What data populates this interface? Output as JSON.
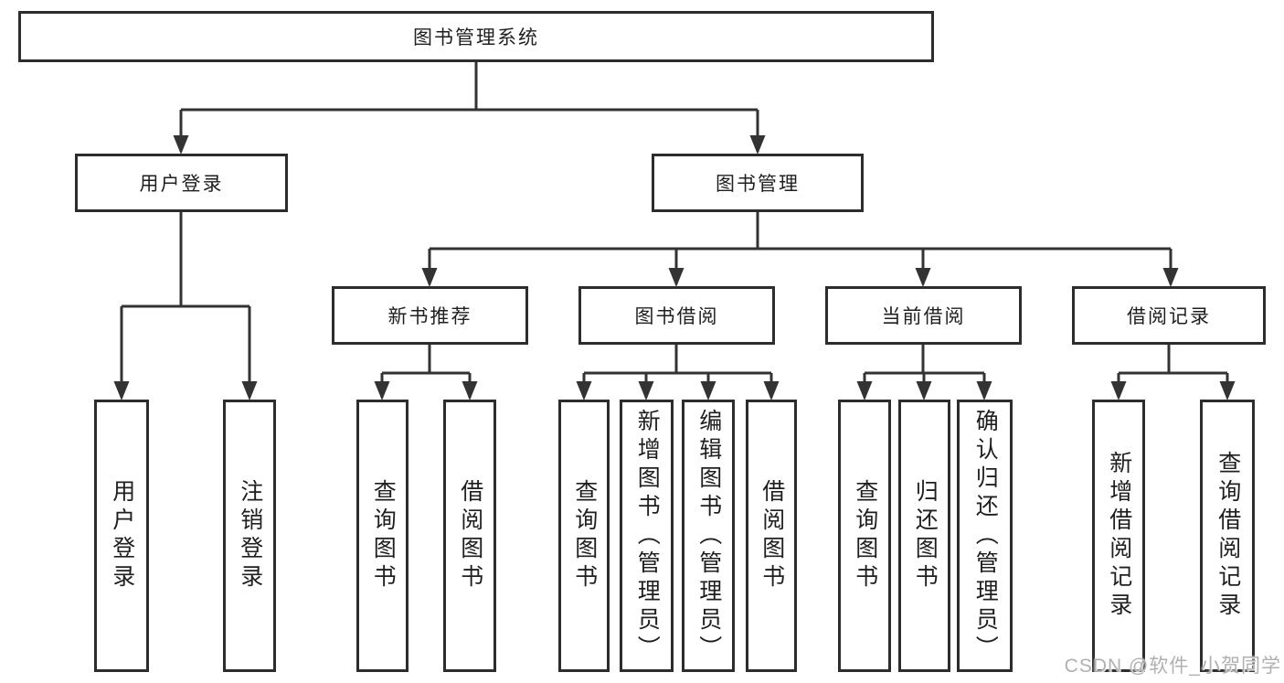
{
  "diagram": {
    "title": "图书管理系统",
    "branches": [
      {
        "label": "用户登录",
        "leaves": [
          "用户登录",
          "注销登录"
        ]
      },
      {
        "label": "图书管理",
        "groups": [
          {
            "label": "新书推荐",
            "leaves": [
              "查询图书",
              "借阅图书"
            ]
          },
          {
            "label": "图书借阅",
            "leaves": [
              "查询图书",
              "新增图书（管理员）",
              "编辑图书（管理员）",
              "借阅图书"
            ]
          },
          {
            "label": "当前借阅",
            "leaves": [
              "查询图书",
              "归还图书",
              "确认归还（管理员）"
            ]
          },
          {
            "label": "借阅记录",
            "leaves": [
              "新增借阅记录",
              "查询借阅记录"
            ]
          }
        ]
      }
    ]
  },
  "watermark": {
    "text": "CSDN @软件_小贺同学"
  },
  "colors": {
    "line": "#333333",
    "box_border": "#2d2d2d",
    "box_fill": "#ffffff",
    "text": "#1f1f1f",
    "watermark": "#b0b0b0",
    "background": "#ffffff"
  }
}
